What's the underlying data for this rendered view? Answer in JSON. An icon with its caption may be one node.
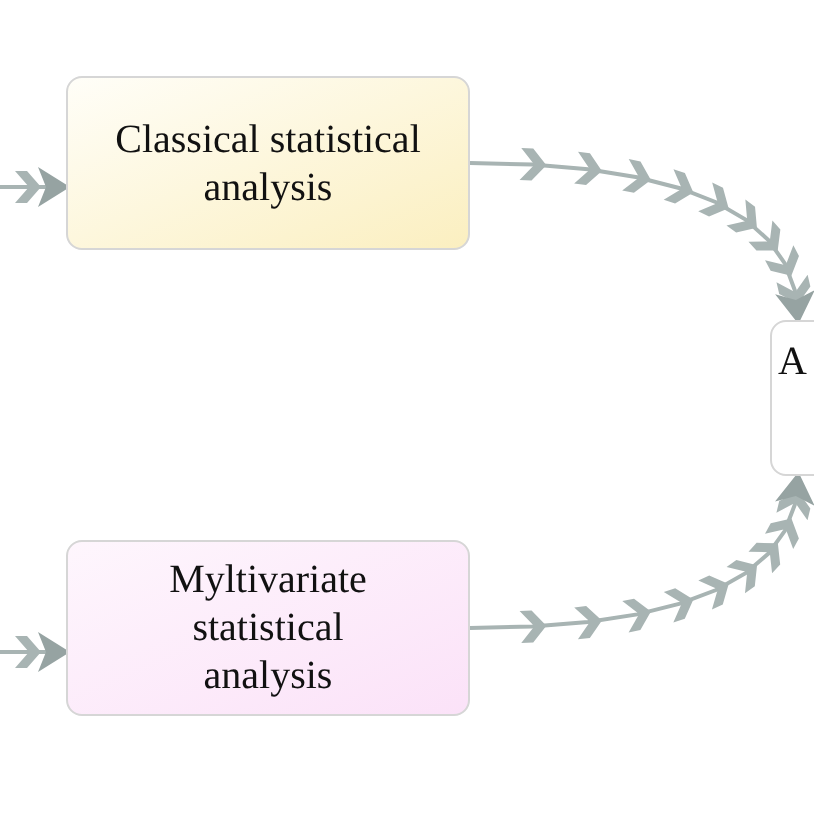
{
  "diagram": {
    "nodes": [
      {
        "text": [
          "Classical statistical analysis"
        ]
      },
      {
        "text": [
          "Myltivariate statistical analysis"
        ]
      },
      {
        "text": [
          "A"
        ]
      }
    ],
    "edges": [
      {
        "from": null,
        "to": 0,
        "arrow": "to"
      },
      {
        "from": null,
        "to": 1,
        "arrow": "to"
      },
      {
        "from": 0,
        "to": 2,
        "arrow": "to"
      },
      {
        "from": 1,
        "to": 2,
        "arrow": "to"
      }
    ]
  }
}
